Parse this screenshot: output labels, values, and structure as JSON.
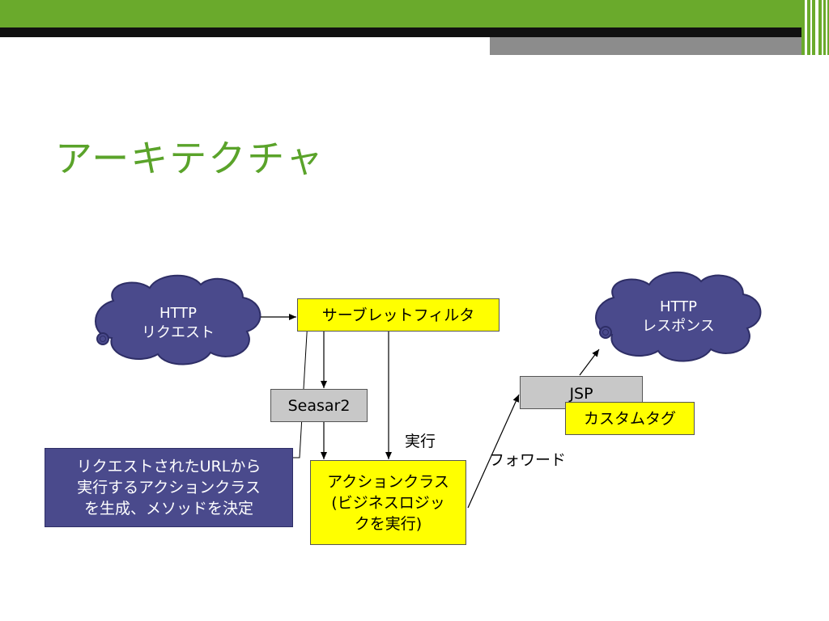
{
  "slide": {
    "title": "アーキテクチャ"
  },
  "diagram": {
    "http_request": {
      "line1": "HTTP",
      "line2": "リクエスト"
    },
    "servlet_filter": "サーブレットフィルタ",
    "seasar2": "Seasar2",
    "action_class": {
      "line1": "アクションクラス",
      "line2": "(ビジネスロジッ",
      "line3": "クを実行)"
    },
    "execute_label": "実行",
    "note": {
      "line1": "リクエストされたURLから",
      "line2": "実行するアクションクラス",
      "line3": "を生成、メソッドを決定"
    },
    "forward_label": "フォワード",
    "jsp": "JSP",
    "custom_tag": "カスタムタグ",
    "http_response": {
      "line1": "HTTP",
      "line2": "レスポンス"
    }
  },
  "colors": {
    "accent_green": "#6aaa2c",
    "cloud_fill": "#4a4a8c",
    "box_yellow": "#ffff00",
    "box_gray": "#c8c8c8"
  }
}
